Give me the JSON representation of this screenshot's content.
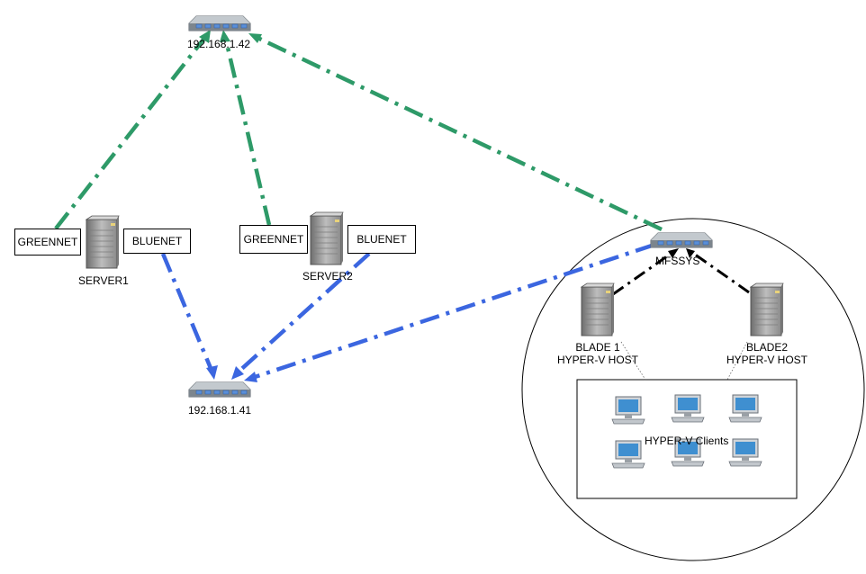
{
  "colors": {
    "green_link": "#2e9a68",
    "blue_link": "#3b66e0",
    "black_link": "#000000",
    "switch_body": "#8e979f",
    "switch_port": "#5a8fd8",
    "server_body": "#9a9a9a",
    "monitor_screen": "#3f8fd0"
  },
  "icons": {
    "switch": "network-switch-icon",
    "server": "server-tower-icon",
    "client": "desktop-computer-icon"
  },
  "switches": {
    "top": "192.168.1.42",
    "bottom": "192.168.1.41",
    "mfssys": "MFSSYS"
  },
  "servers": {
    "server1": {
      "name": "SERVER1",
      "green_nic": "GREENNET",
      "blue_nic": "BLUENET"
    },
    "server2": {
      "name": "SERVER2",
      "green_nic": "GREENNET",
      "blue_nic": "BLUENET"
    }
  },
  "blades": {
    "blade1": {
      "line1": "BLADE 1",
      "line2": "HYPER-V HOST"
    },
    "blade2": {
      "line1": "BLADE2",
      "line2": "HYPER-V HOST"
    }
  },
  "clients": {
    "label": "HYPER-V Clients",
    "count": 6
  }
}
